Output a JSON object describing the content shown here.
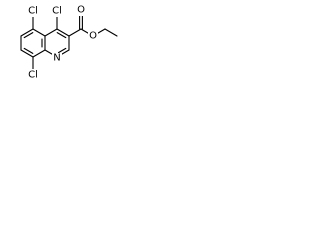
{
  "structure": {
    "atom_labels": {
      "cl_top_left": "Cl",
      "cl_top": "Cl",
      "cl_bottom": "Cl",
      "n_ring": "N",
      "o_carbonyl": "O",
      "o_ester": "O"
    },
    "colors": {
      "ink": "#000000",
      "background": "#ffffff"
    }
  }
}
